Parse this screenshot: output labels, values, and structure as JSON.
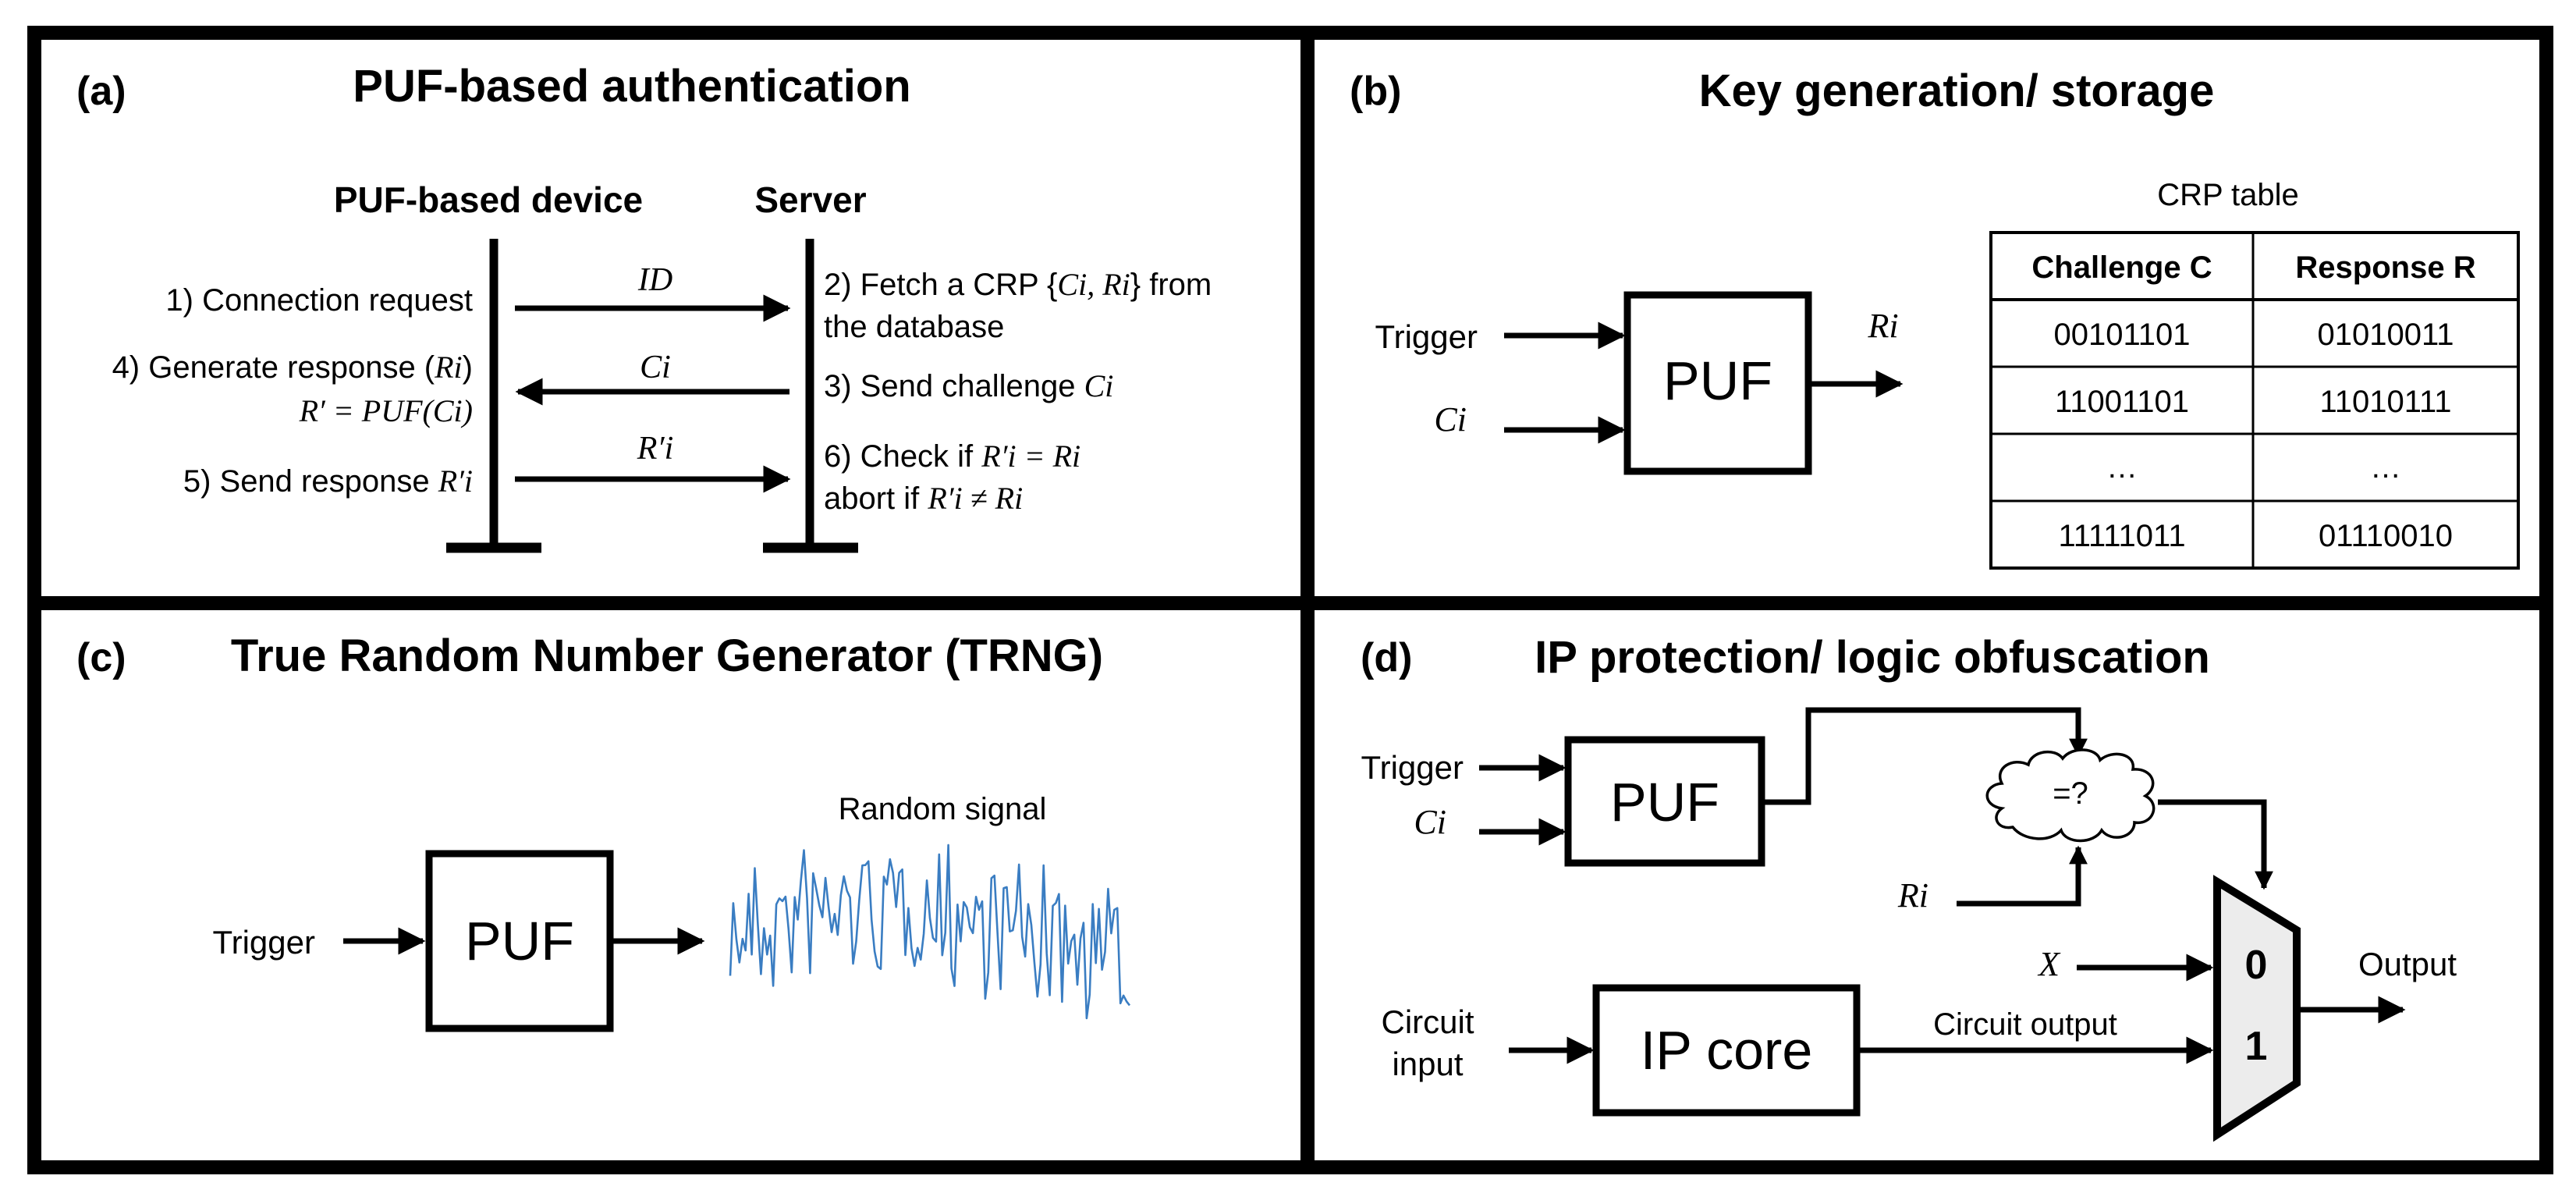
{
  "colors": {
    "stroke": "#000000",
    "signal": "#3a7dc2",
    "mux_fill": "#ececec"
  },
  "panel_a": {
    "tag": "(a)",
    "title": "PUF-based authentication",
    "device_label": "PUF-based device",
    "server_label": "Server",
    "step1": "1) Connection request",
    "msg_id": "ID",
    "step2_line1": "2) Fetch a CRP {",
    "step2_math": "Ci, Ri",
    "step2_line1_end": "} from",
    "step2_line2": "the database",
    "step4_line1": "4) Generate response (",
    "step4_ri": "Ri",
    "step4_line1_end": ")",
    "step4_line2": "R′ = PUF(Ci)",
    "msg_ci": "Ci",
    "step3_text": "3) Send challenge ",
    "step3_math": "Ci",
    "step5_text": "5) Send response ",
    "step5_math": "R′i",
    "msg_ri": "R′i",
    "step6_line1_text": "6) Check if ",
    "step6_line1_math": "R′i = Ri",
    "step6_line2_text": "abort if ",
    "step6_line2_math": "R′i ≠ Ri"
  },
  "panel_b": {
    "tag": "(b)",
    "title": "Key generation/ storage",
    "trigger": "Trigger",
    "ci": "Ci",
    "puf": "PUF",
    "ri": "Ri",
    "table_caption": "CRP table",
    "headers": [
      "Challenge C",
      "Response R"
    ],
    "rows": [
      [
        "00101101",
        "01010011"
      ],
      [
        "11001101",
        "11010111"
      ],
      [
        "…",
        "…"
      ],
      [
        "11111011",
        "01110010"
      ]
    ]
  },
  "panel_c": {
    "tag": "(c)",
    "title": "True Random Number Generator (TRNG)",
    "trigger": "Trigger",
    "puf": "PUF",
    "signal_label": "Random signal"
  },
  "panel_d": {
    "tag": "(d)",
    "title": "IP protection/ logic obfuscation",
    "trigger": "Trigger",
    "ci": "Ci",
    "puf": "PUF",
    "compare": "=?",
    "ri": "Ri",
    "x": "X",
    "mux0": "0",
    "mux1": "1",
    "output": "Output",
    "circuit_input_line1": "Circuit",
    "circuit_input_line2": "input",
    "ip_core": "IP core",
    "circuit_output": "Circuit output"
  }
}
